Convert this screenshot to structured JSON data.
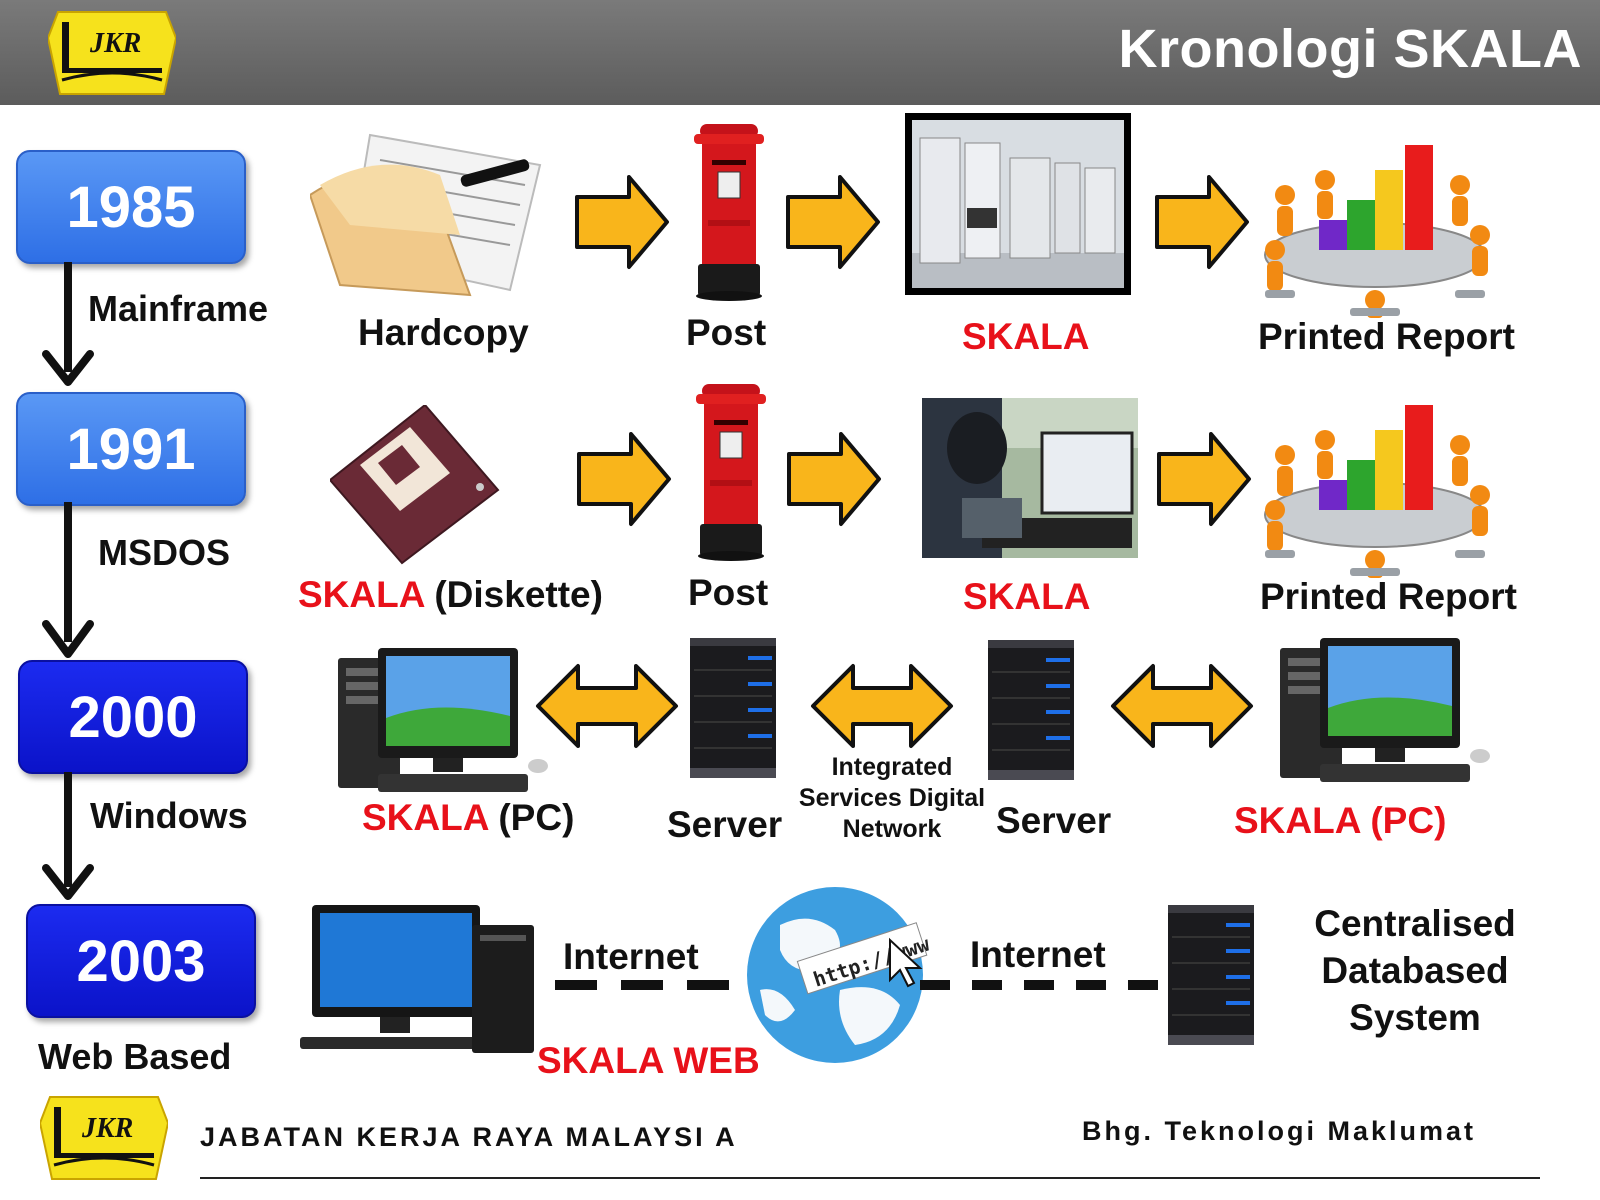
{
  "header": {
    "title": "Kronologi SKALA",
    "logo_text": "JKR"
  },
  "timeline": [
    {
      "year": "1985",
      "platform": "Mainframe"
    },
    {
      "year": "1991",
      "platform": "MSDOS"
    },
    {
      "year": "2000",
      "platform": "Windows"
    },
    {
      "year": "2003",
      "platform": "Web Based"
    }
  ],
  "row1": {
    "hardcopy": "Hardcopy",
    "post": "Post",
    "skala": "SKALA",
    "report": "Printed Report"
  },
  "row2": {
    "diskette_red": "SKALA",
    "diskette_black": "(Diskette)",
    "post": "Post",
    "skala": "SKALA",
    "report": "Printed Report"
  },
  "row3": {
    "pc_red": "SKALA",
    "pc_black": "(PC)",
    "server_left": "Server",
    "isdn": "Integrated Services Digital Network",
    "server_right": "Server",
    "pc_right": "SKALA (PC)"
  },
  "row4": {
    "internet_left": "Internet",
    "skala_web": "SKALA WEB",
    "globe_text": "http://www",
    "internet_right": "Internet",
    "centralised": "Centralised Databased System"
  },
  "footer": {
    "left": "JABATAN KERJA RAYA MALAYSI A",
    "right": "Bhg. Teknologi Maklumat",
    "logo_text": "JKR"
  },
  "colors": {
    "header_bg": "#666666",
    "year_light": "#2e6fe6",
    "year_dark": "#0b13c9",
    "arrow_fill": "#f9b51b",
    "accent_red": "#e8111a"
  }
}
